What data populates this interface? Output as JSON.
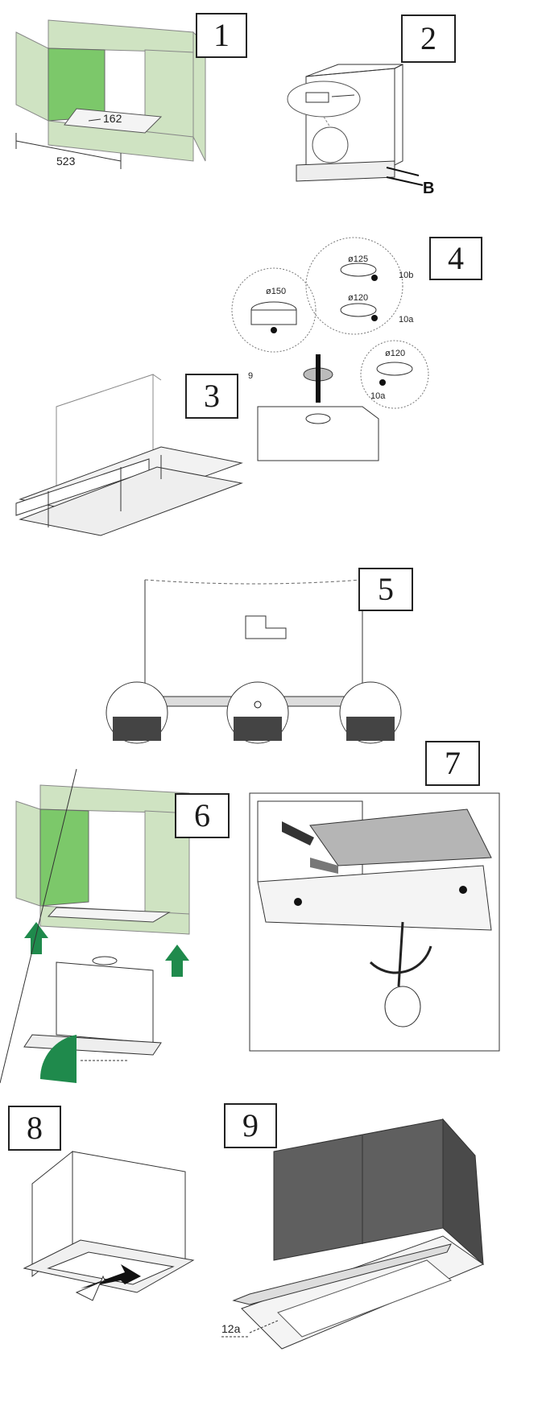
{
  "steps": [
    {
      "number": "1"
    },
    {
      "number": "2"
    },
    {
      "number": "3"
    },
    {
      "number": "4"
    },
    {
      "number": "5"
    },
    {
      "number": "6"
    },
    {
      "number": "7"
    },
    {
      "number": "8"
    },
    {
      "number": "9"
    }
  ],
  "step1": {
    "dim_depth": "162",
    "dim_width": "523"
  },
  "step2": {
    "label_b": "B"
  },
  "step4": {
    "dia_150": "ø150",
    "dia_125": "ø125",
    "dia_120_a": "ø120",
    "dia_120_b": "ø120",
    "part_9": "9",
    "part_10b": "10b",
    "part_10a_a": "10a",
    "part_10a_b": "10a"
  },
  "step9": {
    "part_12a": "12a"
  },
  "colors": {
    "wall_green": "#cfe3c2",
    "deep_green": "#7cc86a",
    "arrow_green": "#1f8a4c",
    "line": "#222222",
    "filter_gray": "#b5b5b5",
    "dark_gray": "#5f5f5f"
  }
}
